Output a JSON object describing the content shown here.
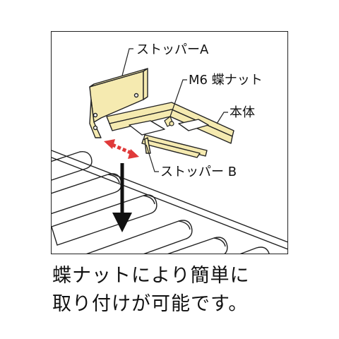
{
  "labels": {
    "stopper_a": "ストッパーA",
    "wing_nut": "M6 蝶ナット",
    "body": "本体",
    "stopper_b": "ストッパー B"
  },
  "caption": {
    "line1": "蝶ナットにより簡単に",
    "line2": "取り付けが可能です。"
  },
  "colors": {
    "part_fill": "#f5eab0",
    "part_stroke": "#222222",
    "roller_fill": "#ffffff",
    "arrow_red": "#e03a3a",
    "arrow_black": "#111111"
  }
}
